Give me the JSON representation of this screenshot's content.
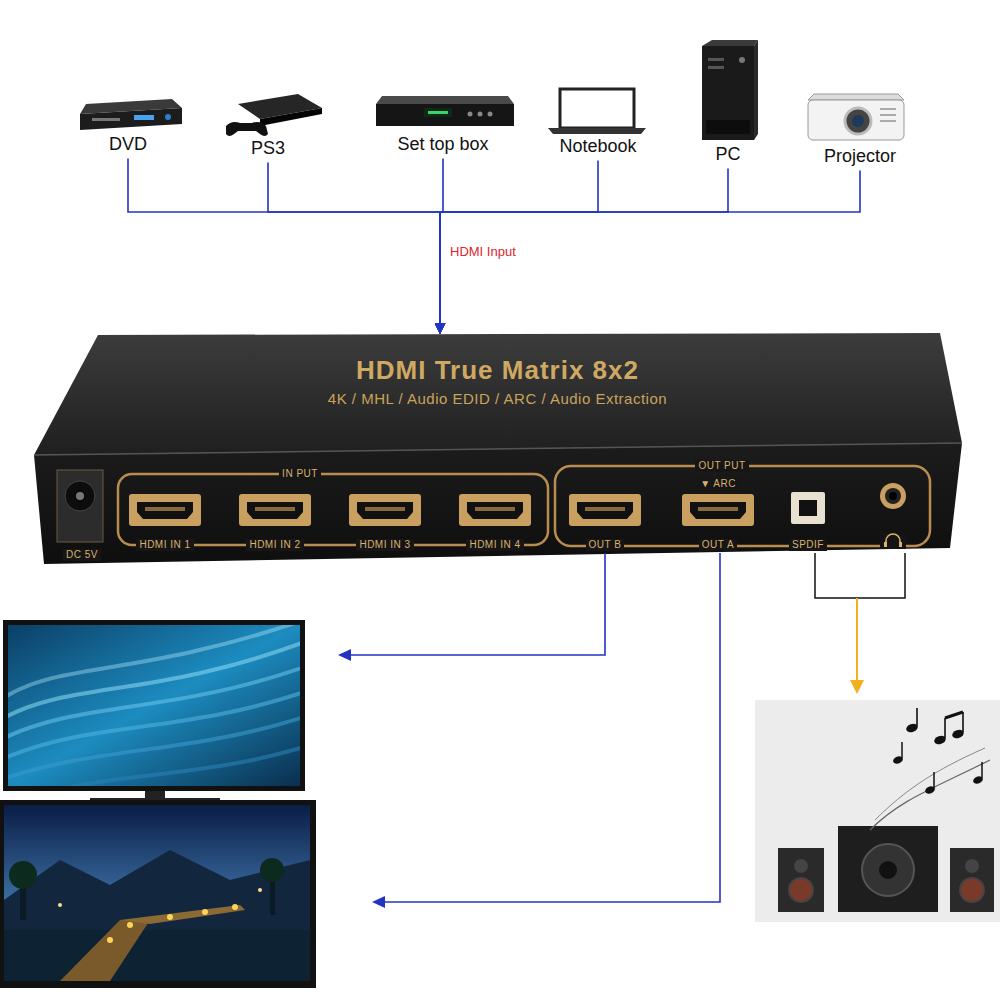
{
  "diagram": {
    "nodes": [
      {
        "text": [
          "DVD"
        ]
      },
      {
        "text": [
          "PS3"
        ]
      },
      {
        "text": [
          "Set top box"
        ]
      },
      {
        "text": [
          "Notebook"
        ]
      },
      {
        "text": [
          "PC"
        ]
      },
      {
        "text": [
          "Projector"
        ]
      },
      {
        "text": [
          "HDMI True Matrix 8x2",
          "4K / MHL / Audio EDID / ARC / Audio Extraction"
        ]
      }
    ],
    "edges": [
      {
        "from": 0,
        "to": 6,
        "arrow": "to"
      },
      {
        "from": 1,
        "to": 6,
        "arrow": "to"
      },
      {
        "from": 2,
        "to": 6,
        "arrow": "to",
        "label": "HDMI Input"
      },
      {
        "from": 3,
        "to": 6,
        "arrow": "to"
      },
      {
        "from": 4,
        "to": 6,
        "arrow": "to"
      },
      {
        "from": 5,
        "to": 6,
        "arrow": "to"
      }
    ],
    "labels": [
      "DC 5V",
      "IN PUT",
      "HDMI IN 1",
      "HDMI IN 2",
      "HDMI IN 3",
      "HDMI IN 4",
      "OUT PUT",
      "OUT B",
      "▼ ARC",
      "OUT A",
      "SPDIF"
    ]
  }
}
